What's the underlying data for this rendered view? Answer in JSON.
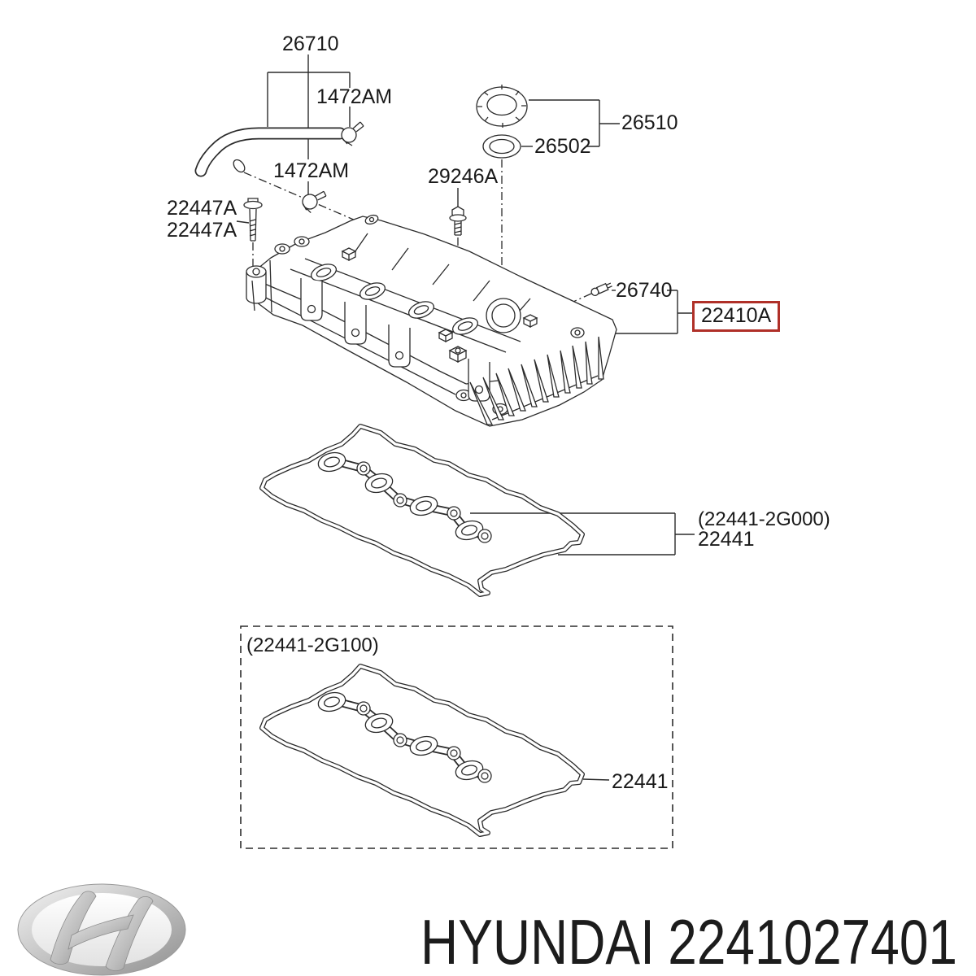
{
  "part_labels": {
    "hose": "26710",
    "hose_clamp_upper": "1472AM",
    "hose_clamp_lower": "1472AM",
    "oil_filler_cap": "26510",
    "filler_cap_gasket": "26502",
    "cover_bolt": "29246A",
    "side_bolt_line1": "22447A",
    "side_bolt_line2": "22447A",
    "pcv_valve": "26740",
    "valve_cover": "22410A",
    "gasket_variant_a_code": "(22441-2G000)",
    "gasket_variant_a": "22441",
    "gasket_variant_b_code": "(22441-2G100)",
    "gasket_variant_b": "22441"
  },
  "footer": {
    "brand": "HYUNDAI",
    "part_number": "2241027401"
  },
  "colors": {
    "highlight_box": "#b03028",
    "line": "#2b2b2b",
    "text": "#1a1a1a"
  }
}
